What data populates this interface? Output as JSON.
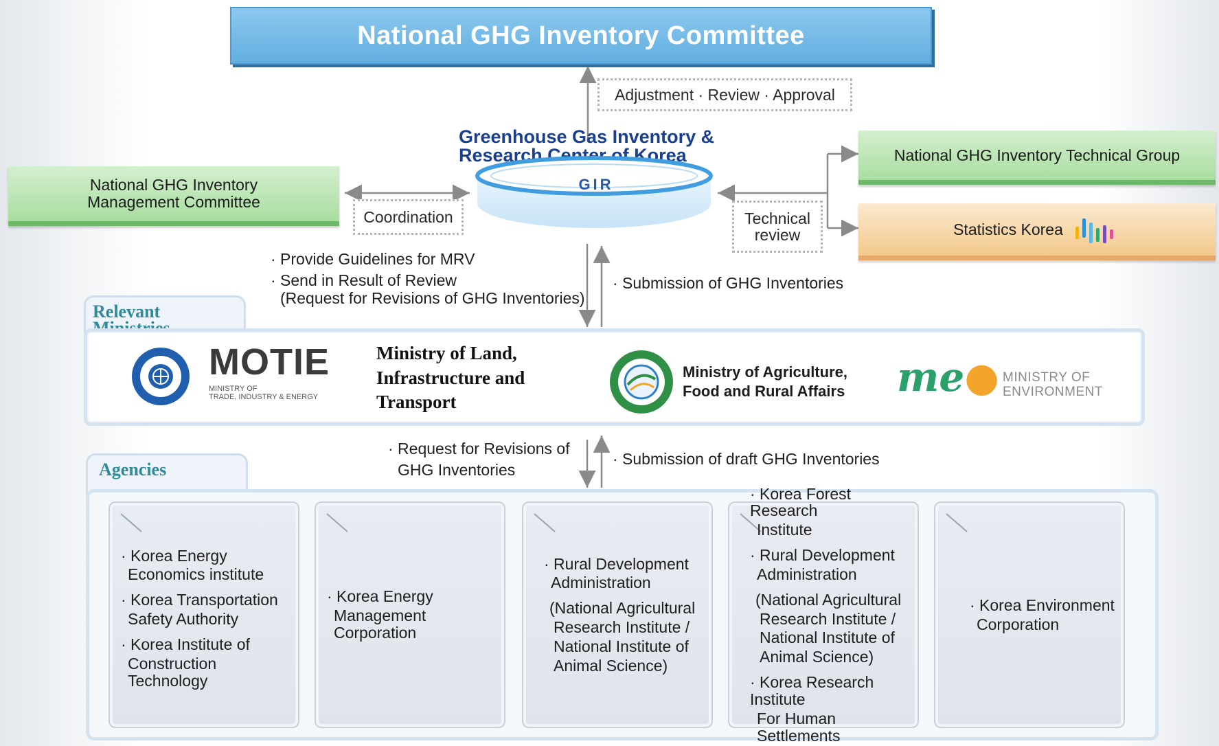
{
  "committee": {
    "title": "National GHG Inventory Committee"
  },
  "adjustment_label": "Adjustment · Review · Approval",
  "gir": {
    "title_line1": "Greenhouse Gas Inventory &",
    "title_line2": "Research Center of Korea",
    "logo_text": "GIR"
  },
  "management_committee": {
    "line1": "National GHG Inventory",
    "line2": "Management Committee"
  },
  "coordination_label": "Coordination",
  "technical_review": {
    "line1": "Technical",
    "line2": "review"
  },
  "technical_group": {
    "label": "National GHG Inventory Technical Group"
  },
  "statistics_korea": {
    "label": "Statistics Korea"
  },
  "gir_to_ministries": {
    "item1": "· Provide Guidelines for MRV",
    "item2_line1": "· Send in Result of Review",
    "item2_line2": "(Request for Revisions of GHG Inventories)"
  },
  "ministries_to_gir": {
    "item1": "· Submission of GHG Inventories"
  },
  "ministries": {
    "section_label_line1": "Relevant",
    "section_label_line2": "Ministries",
    "motie": {
      "logo_text": "MOTIE",
      "sub_line1": "MINISTRY OF",
      "sub_line2": "TRADE, INDUSTRY & ENERGY"
    },
    "molit": {
      "line1": "Ministry of Land,",
      "line2": "Infrastructure and",
      "line3": "Transport"
    },
    "mafra": {
      "line1": "Ministry of Agriculture,",
      "line2": "Food and Rural Affairs"
    },
    "moe": {
      "logo_text": "me",
      "line1": "MINISTRY OF",
      "line2": "ENVIRONMENT"
    }
  },
  "ministries_to_agencies": {
    "line1": "· Request for Revisions of",
    "line2": "GHG Inventories"
  },
  "agencies_to_ministries": {
    "item1": "· Submission of draft GHG Inventories"
  },
  "agencies": {
    "section_label": "Agencies",
    "box1": {
      "a1": "· Korea Energy",
      "a2": "Economics institute",
      "b1": "· Korea Transportation",
      "b2": "Safety Authority",
      "c1": "· Korea Institute of",
      "c2": "Construction Technology"
    },
    "box2": {
      "a1": "· Korea Energy",
      "a2": "Management Corporation"
    },
    "box3": {
      "a1": "· Rural Development",
      "a2": "Administration",
      "b1": "(National Agricultural",
      "b2": "Research Institute /",
      "b3": "National Institute of",
      "b4": "Animal Science)"
    },
    "box4": {
      "a1": "· Korea Forest Research",
      "a2": "Institute",
      "b1": "· Rural Development",
      "b2": "Administration",
      "c1": "(National Agricultural",
      "c2": "Research Institute /",
      "c3": "National Institute of",
      "c4": "Animal Science)",
      "d1": "· Korea Research Institute",
      "d2": "For Human Settlements"
    },
    "box5": {
      "a1": "· Korea Environment",
      "a2": "Corporation"
    }
  },
  "colors": {
    "committee_blue": "#62aee0",
    "green_box": "#a9dda0",
    "orange_box": "#f3c98b",
    "gir_title": "#1b3f8f",
    "section_label": "#2f8a9a"
  }
}
